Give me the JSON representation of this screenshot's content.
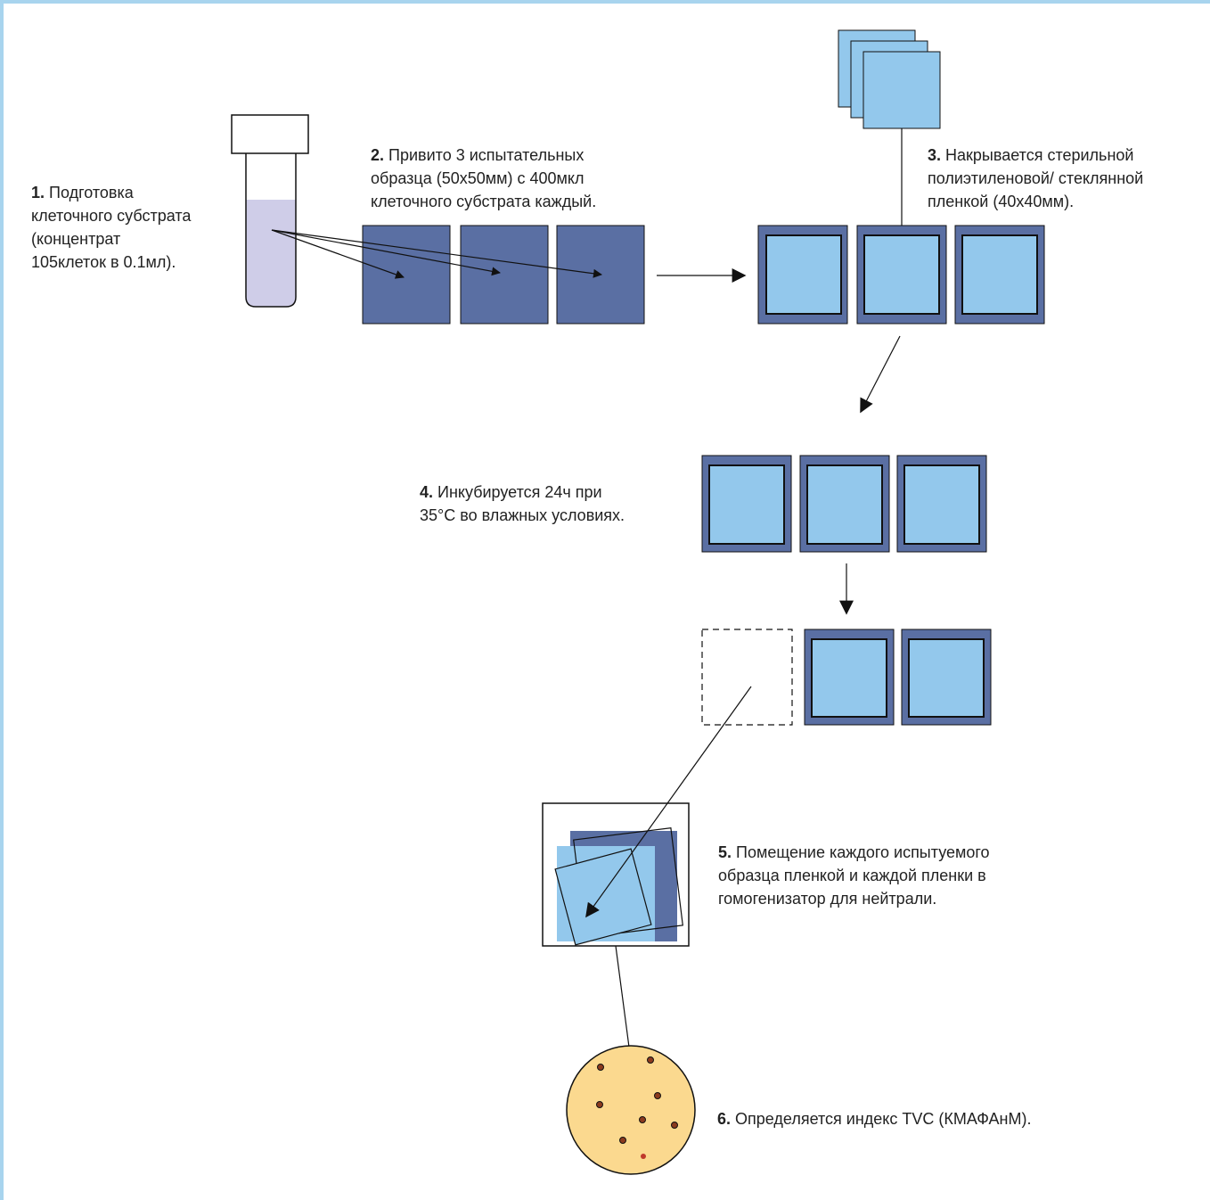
{
  "steps": [
    {
      "num": "1.",
      "lines": [
        "Подготовка",
        "клеточного субстрата",
        "(концентрат",
        "105клеток в 0.1мл)."
      ]
    },
    {
      "num": "2.",
      "lines": [
        "Привито 3 испытательных",
        "образца (50x50мм) с 400мкл",
        "клеточного субстрата каждый."
      ]
    },
    {
      "num": "3.",
      "lines": [
        "Накрывается стерильной",
        "полиэтиленовой/ стеклянной",
        "пленкой (40x40мм)."
      ]
    },
    {
      "num": "4.",
      "lines": [
        "Инкубируется 24ч при",
        "35°С во влажных условиях."
      ]
    },
    {
      "num": "5.",
      "lines": [
        "Помещение каждого испытуемого",
        "образца пленкой и каждой пленки в",
        "гомогенизатор для нейтрали."
      ]
    },
    {
      "num": "6.",
      "lines": [
        "Определяется индекс TVC (КМАФАнМ)."
      ]
    }
  ],
  "colors": {
    "frame": "#a8d4ee",
    "sample_dark": "#5a6fa3",
    "film_light": "#93c8ec",
    "tube_liquid": "#cfcde8",
    "petri_fill": "#fbd98f",
    "colony": "#8b3a1e",
    "line": "#111111"
  }
}
